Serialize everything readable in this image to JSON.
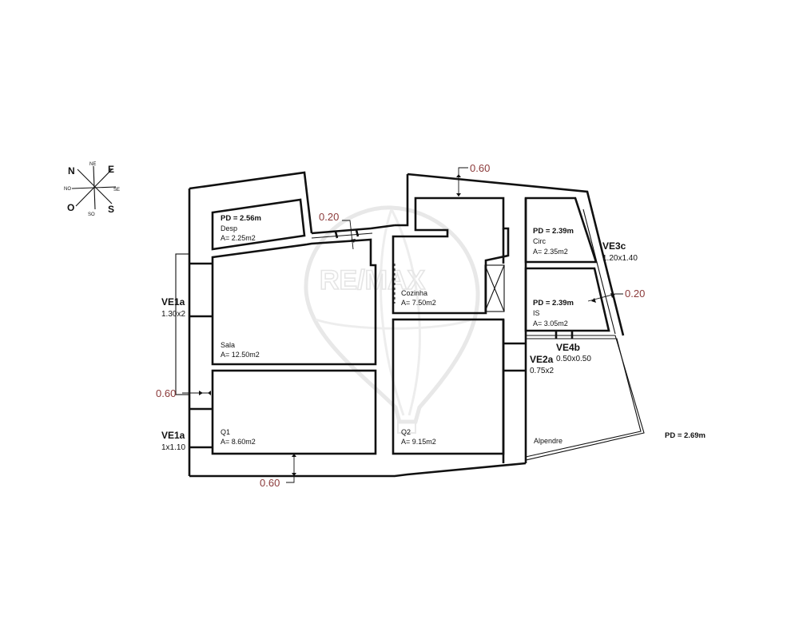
{
  "watermark": {
    "brand": "RE/MAX"
  },
  "compass": {
    "n": "N",
    "e": "E",
    "s": "S",
    "o": "O",
    "ne": "NE",
    "se": "SE",
    "so": "SO",
    "no": "NO"
  },
  "rooms": {
    "desp": {
      "pd": "PD = 2.56m",
      "name": "Desp",
      "area": "A= 2.25m2"
    },
    "sala": {
      "name": "Sala",
      "area": "A= 12.50m2"
    },
    "q1": {
      "name": "Q1",
      "area": "A= 8.60m2"
    },
    "cozinha": {
      "name": "Cozinha",
      "area": "A= 7.50m2"
    },
    "q2": {
      "name": "Q2",
      "area": "A= 9.15m2"
    },
    "circ": {
      "pd": "PD = 2.39m",
      "name": "Circ",
      "area": "A= 2.35m2"
    },
    "is": {
      "pd": "PD = 2.39m",
      "name": "IS",
      "area": "A= 3.05m2"
    },
    "alpendre": {
      "name": "Alpendre",
      "pd": "PD = 2.69m"
    }
  },
  "windows": {
    "ve1a_top": {
      "code": "VE1a",
      "size": "1.30x2"
    },
    "ve1a_bottom": {
      "code": "VE1a",
      "size": "1x1.10"
    },
    "ve3c": {
      "code": "VE3c",
      "size": "1.20x1.40"
    },
    "ve4b": {
      "code": "VE4b",
      "size": "0.50x0.50"
    },
    "ve2a": {
      "code": "VE2a",
      "size": "0.75x2"
    }
  },
  "dimensions": {
    "top_right": "0.60",
    "top_mid": "0.20",
    "right_mid": "0.20",
    "left": "0.60",
    "bottom": "0.60"
  }
}
